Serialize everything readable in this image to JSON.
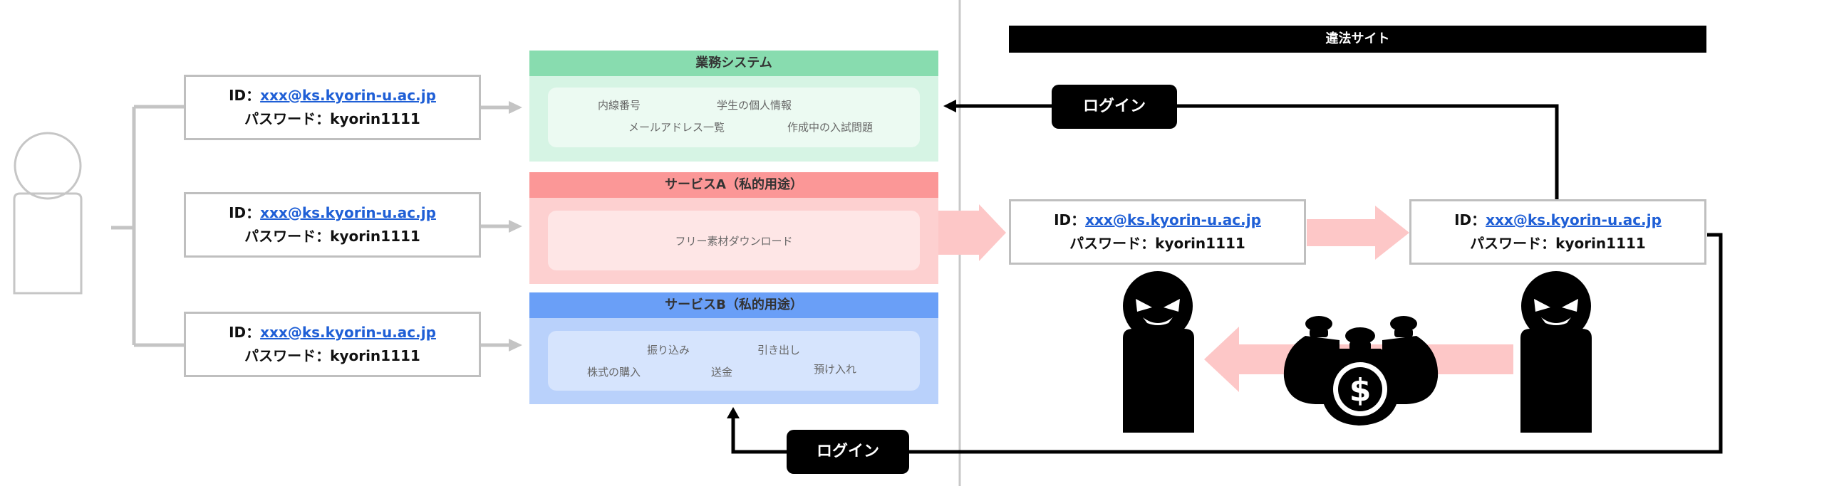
{
  "credentials": {
    "id_prefix": "ID：",
    "email": "xxx@ks.kyorin-u.ac.jp",
    "password_line": "パスワード：kyorin1111"
  },
  "business_system": {
    "title": "業務システム",
    "items": [
      "内線番号",
      "学生の個人情報",
      "メールアドレス一覧",
      "作成中の入試問題"
    ]
  },
  "service_a": {
    "title": "サービスA（私的用途）",
    "items": [
      "フリー素材ダウンロード"
    ]
  },
  "service_b": {
    "title": "サービスB（私的用途）",
    "items": [
      "振り込み",
      "引き出し",
      "株式の購入",
      "送金",
      "預け入れ"
    ]
  },
  "illegal_site": {
    "title": "違法サイト"
  },
  "login_top": {
    "label": "ログイン"
  },
  "login_bottom": {
    "label": "ログイン"
  },
  "colors": {
    "business_head": "#88dcaf",
    "business_body": "#d6f4e4",
    "business_inner": "#ecfaf2",
    "service_a_head": "#fb9797",
    "service_a_body": "#fdd0d0",
    "service_a_inner": "#fee6e6",
    "service_b_head": "#6a9ff7",
    "service_b_body": "#b9d1fb",
    "service_b_inner": "#d6e4fd",
    "flow_pink": "#fdc7c7",
    "connector_gray": "#c4c4c4"
  }
}
